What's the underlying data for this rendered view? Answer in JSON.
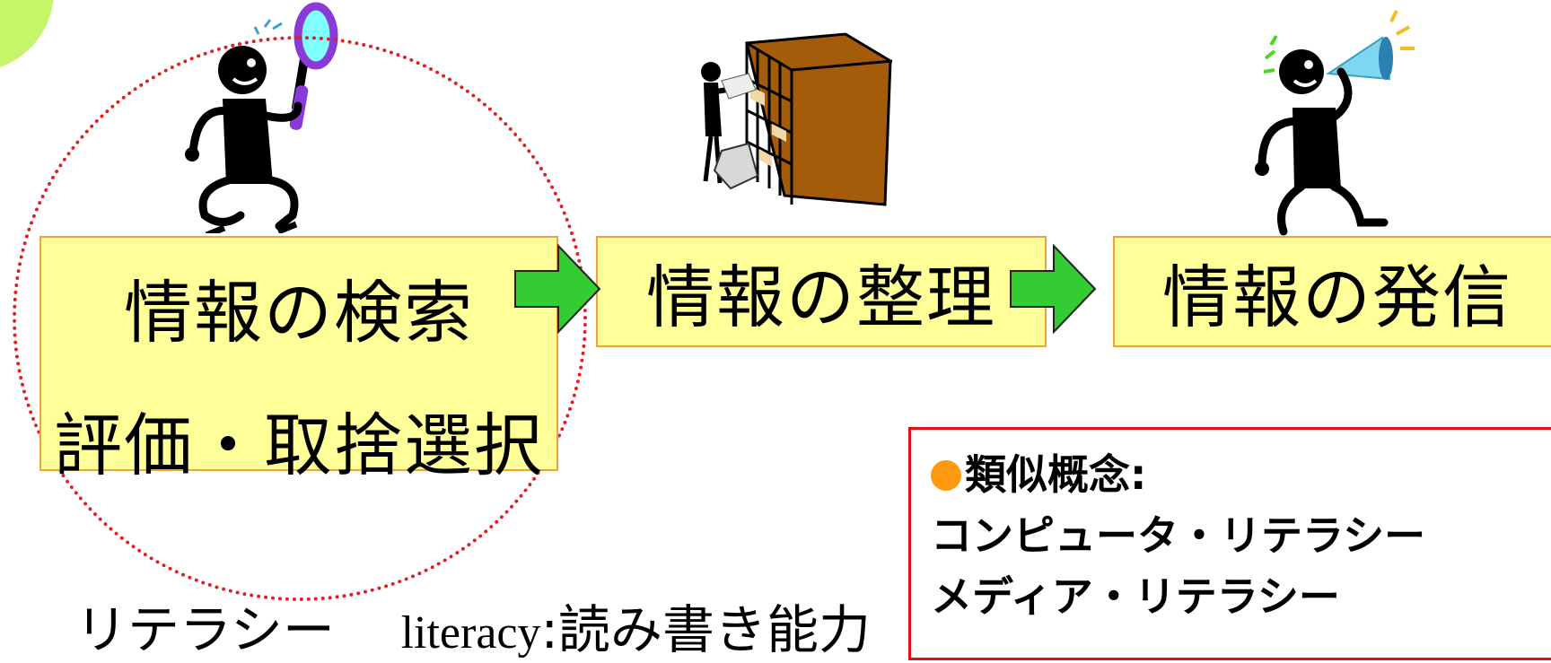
{
  "stages": [
    {
      "lines": [
        "情報の検索",
        "評価・取捨選択"
      ]
    },
    {
      "lines": [
        "情報の整理"
      ]
    },
    {
      "lines": [
        "情報の発信"
      ]
    }
  ],
  "caption": {
    "term": "リテラシー",
    "english": "literacy",
    "meaning": ":読み書き能力"
  },
  "concepts": {
    "heading": "類似概念",
    "heading_suffix": ":",
    "items": [
      "コンピュータ・リテラシー",
      "メディア・リテラシー"
    ]
  },
  "colors": {
    "stage_fill": "#ffff99",
    "stage_border": "#f2a03a",
    "arrow": "#33cc33",
    "circle": "#e02020",
    "concept_border": "#e01010",
    "bullet": "#ff9a10",
    "accent_green": "#c6f56a"
  },
  "icons": [
    "magnifier-person-icon",
    "filing-person-icon",
    "megaphone-person-icon"
  ]
}
